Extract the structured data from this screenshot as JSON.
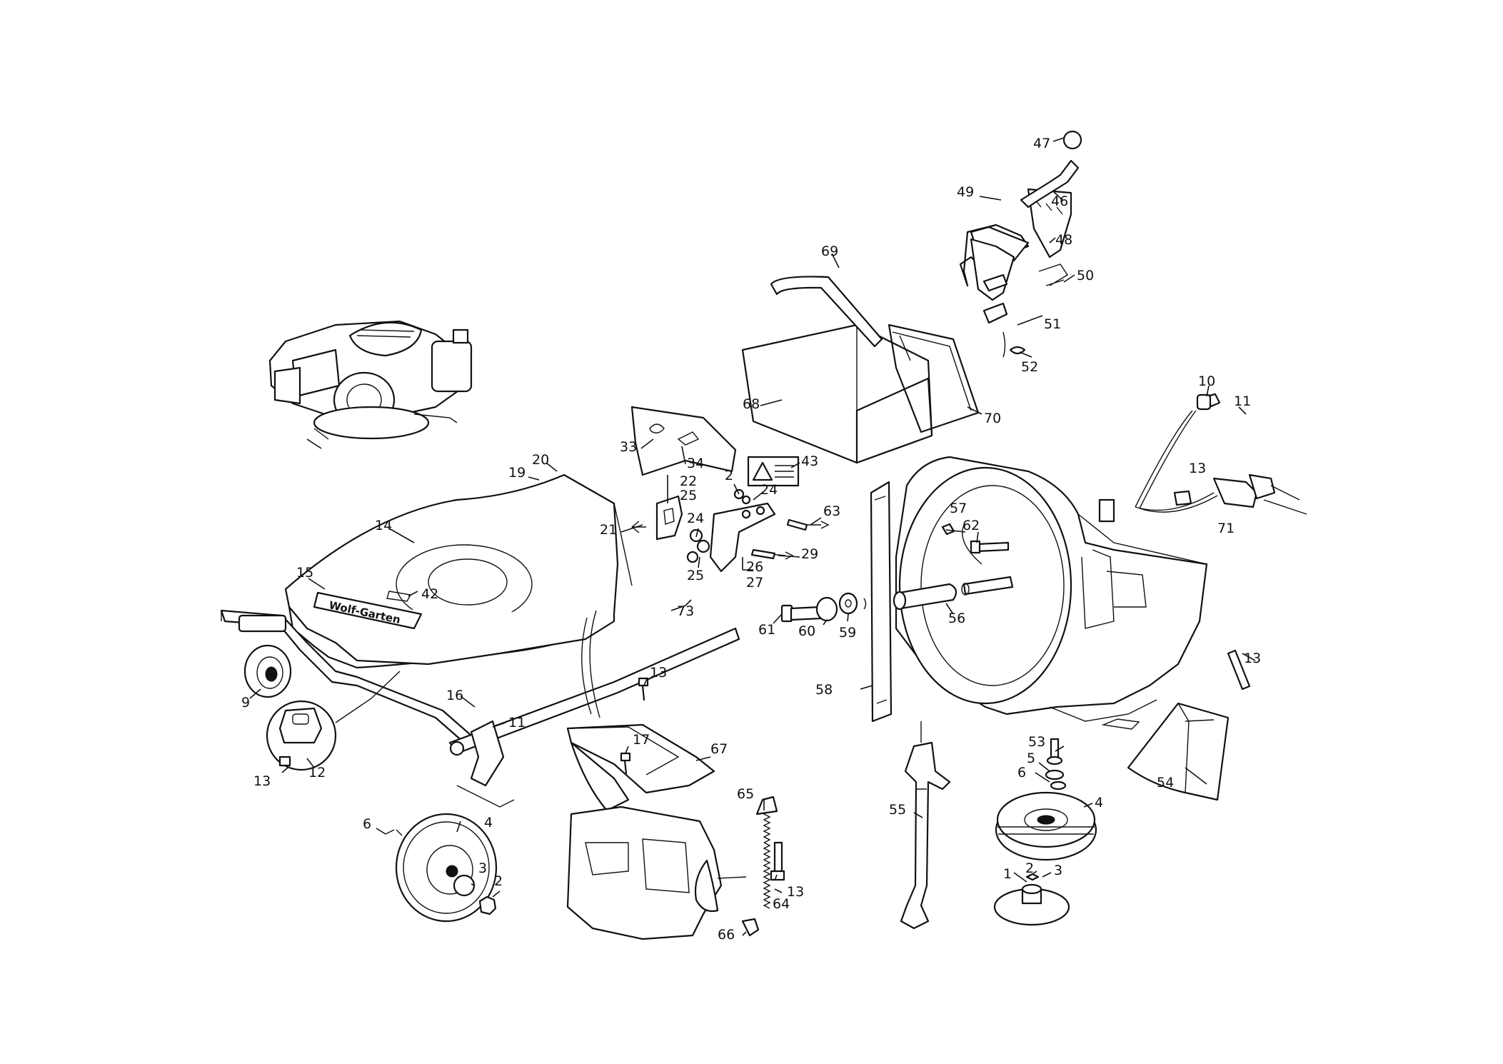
{
  "diagram": {
    "part_numbers": [
      "1",
      "2",
      "3",
      "4",
      "5",
      "6",
      "9",
      "10",
      "11",
      "12",
      "13",
      "14",
      "15",
      "16",
      "17",
      "19",
      "20",
      "21",
      "22",
      "24",
      "25",
      "26",
      "27",
      "29",
      "33",
      "34",
      "42",
      "43",
      "46",
      "47",
      "48",
      "49",
      "50",
      "51",
      "52",
      "53",
      "54",
      "55",
      "56",
      "57",
      "58",
      "59",
      "60",
      "61",
      "62",
      "63",
      "64",
      "65",
      "66",
      "67",
      "68",
      "69",
      "70",
      "71",
      "73"
    ],
    "logo_text": "Wolf-Garten",
    "warning_symbol": "warning-triangle-icon"
  }
}
